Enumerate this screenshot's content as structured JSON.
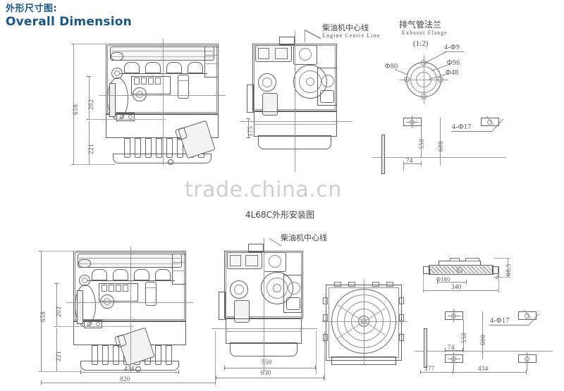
{
  "title": {
    "cn": "外形尺寸图:",
    "en": "Overall Dimension",
    "color": "#17578a"
  },
  "watermark": {
    "text": "trade.china.cn",
    "color": "#cfcfcf"
  },
  "caption": {
    "text": "4L68C外形安装图"
  },
  "labels": {
    "engine_centre_line_cn": "柴油机中心线",
    "engine_centre_line_en": "Engine Centre Line",
    "exhaust_flange_cn": "排气管法兰",
    "exhaust_flange_en": "Exhaust Flange",
    "exhaust_flange_scale": "(1:2)",
    "engine_centre_line_cn_bottom": "柴油机中心线"
  },
  "flange_detail": {
    "bolt_circle": "4-Φ9",
    "outer_dia": "Φ96",
    "mid_dia": "Φ80",
    "inner_dia": "Φ48"
  },
  "top_view": {
    "dims": {
      "height_total": "658",
      "upper": "202",
      "lower": "221",
      "mid_height": "175",
      "mount_550": "550",
      "mount_600": "600",
      "offset_74": "74",
      "bolt_note": "4-Φ17"
    }
  },
  "bottom_view": {
    "dims": {
      "height_total": "658",
      "upper": "202",
      "lower": "221",
      "len_434": "434",
      "len_820": "820",
      "len_550": "550",
      "len_630": "630",
      "mount_550": "550",
      "mount_600": "600",
      "offset_74": "74",
      "offset_177": "177",
      "offset_434": "434",
      "bolt_note": "4-Φ17",
      "flywheel_dia": "Φ180",
      "housing_len": "340",
      "housing_h": "68.5",
      "housing_h2": "9"
    }
  }
}
